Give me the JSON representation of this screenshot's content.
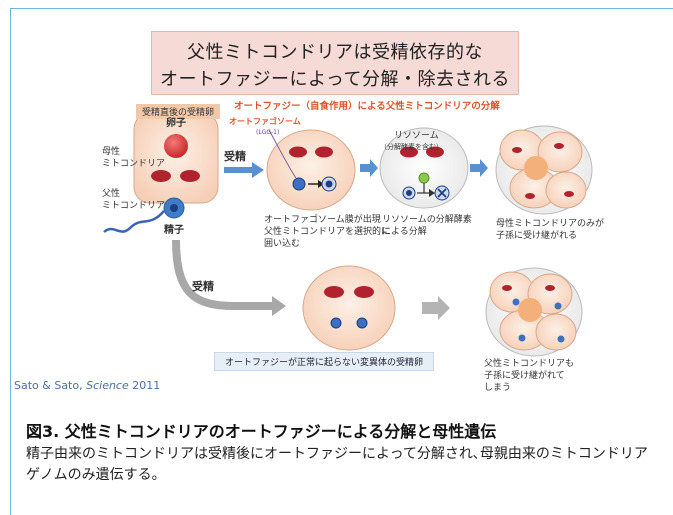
{
  "figure": {
    "title_line1": "父性ミトコンドリアは受精依存的な",
    "title_line2": "オートファジーによって分解・除去される",
    "label_zygote_header": "受精直後の受精卵",
    "label_autophagy_header": "オートファジー（自食作用）による父性ミトコンドリアの分解",
    "label_oocyte": "卵子",
    "label_maternal_mito_1": "母性",
    "label_maternal_mito_2": "ミトコンドリア",
    "label_paternal_mito_1": "父性",
    "label_paternal_mito_2": "ミトコンドリア",
    "label_sperm": "精子",
    "label_fertilization_top": "受精",
    "label_fertilization_bottom": "受精",
    "label_autophagosome_1": "オートファゴソーム",
    "label_autophagosome_2": "(LGG-1)",
    "label_lysosome_1": "リソソーム",
    "label_lysosome_2": "（分解酵素を含む）",
    "desc_step1_1": "オートファゴソーム膜が出現",
    "desc_step1_2": "父性ミトコンドリアを選択的に",
    "desc_step1_3": "囲い込む",
    "desc_step2_1": "リソソームの分解酵素",
    "desc_step2_2": "による分解",
    "desc_step3_1": "母性ミトコンドリアのみが",
    "desc_step3_2": "子孫に受け継がれる",
    "label_mutant": "オートファジーが正常に起らない変異体の受精卵",
    "desc_mutant_1": "父性ミトコンドリアも",
    "desc_mutant_2": "子孫に受け継がれて",
    "desc_mutant_3": "しまう",
    "credit_authors": "Sato & Sato, ",
    "credit_journal": "Science",
    "credit_year": " 2011"
  },
  "caption": {
    "title": "図3. 父性ミトコンドリアのオートファジーによる分解と母性遺伝",
    "body": "精子由来のミトコンドリアは受精後にオートファジーによって分解され､母親由来のミトコンドリアゲノムのみ遺伝する。"
  },
  "colors": {
    "frame": "#6bb7df",
    "title_bg": "#f6dad6",
    "cell_fill": "#fbe6d8",
    "mito_red": "#b0232e",
    "arrow_blue": "#5a8fd0",
    "arrow_gray": "#9a9a9a",
    "accent_red": "#e0522a",
    "paternal_blue": "#3b63b8"
  }
}
